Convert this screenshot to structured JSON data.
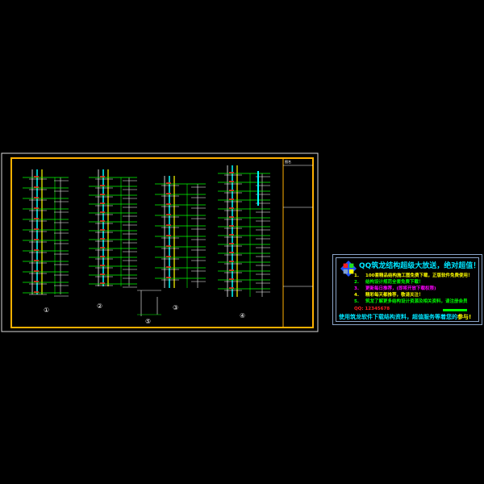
{
  "drawing": {
    "title_block_label": "图名",
    "elevation_labels": [
      "①",
      "②",
      "③",
      "④",
      "⑤"
    ]
  },
  "promo": {
    "title": "QQ筑龙结构超级大放送，绝对超值！",
    "items": [
      {
        "num": "1.",
        "text": "100套精品结构施工图免费下载，正版软件免费使用！",
        "color": "#ffff00"
      },
      {
        "num": "2.",
        "text": "结构设计规范全套免费下载！",
        "color": "#00ff00"
      },
      {
        "num": "3.",
        "text": "更新每日推荐，(即将开放下载权限)",
        "color": "#ff00ff"
      },
      {
        "num": "4.",
        "text": "精彩每天都推荐，敬请关注！",
        "color": "#ffff00"
      },
      {
        "num": "5.",
        "text": "筑龙了解更多结构设计资源及相关资料，请注册会员",
        "color": "#00ff00"
      }
    ],
    "qq": "QQ: 12345678",
    "footer_prefix": "使用筑龙软件下载结构资料，超值服务等着您的",
    "footer_highlight": "参与!",
    "colors": {
      "title": "#00e5ff",
      "frame": "#ffb000",
      "border": "#8aa4c8"
    }
  }
}
